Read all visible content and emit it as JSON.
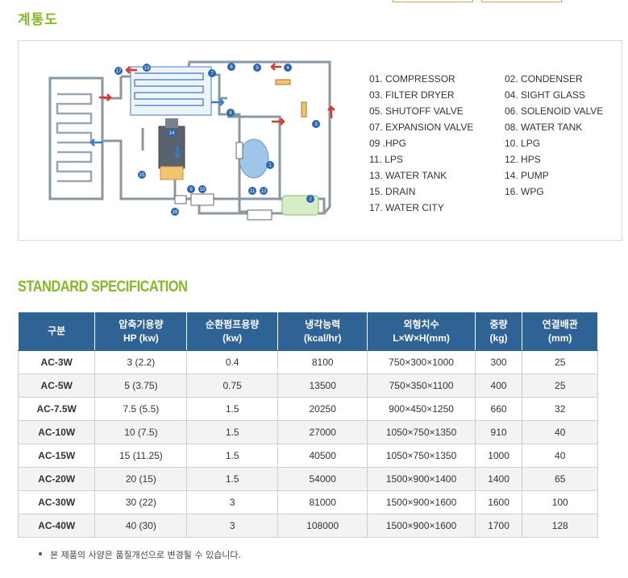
{
  "diagram": {
    "title": "계통도",
    "legend": [
      {
        "num": "01.",
        "label": "COMPRESSOR"
      },
      {
        "num": "02.",
        "label": "CONDENSER"
      },
      {
        "num": "03.",
        "label": "FILTER DRYER"
      },
      {
        "num": "04.",
        "label": "SIGHT GLASS"
      },
      {
        "num": "05.",
        "label": "SHUTOFF VALVE"
      },
      {
        "num": "06.",
        "label": "SOLENOID VALVE"
      },
      {
        "num": "07.",
        "label": "EXPANSION VALVE"
      },
      {
        "num": "08.",
        "label": "WATER TANK"
      },
      {
        "num": "09 .",
        "label": "HPG"
      },
      {
        "num": "10.",
        "label": "LPG"
      },
      {
        "num": "11.",
        "label": "LPS"
      },
      {
        "num": "12.",
        "label": "HPS"
      },
      {
        "num": "13.",
        "label": "WATER TANK"
      },
      {
        "num": "14.",
        "label": "PUMP"
      },
      {
        "num": "15.",
        "label": "DRAIN"
      },
      {
        "num": "16.",
        "label": "WPG"
      },
      {
        "num": "17.",
        "label": "WATER CITY"
      }
    ],
    "markers": [
      "1",
      "2",
      "3",
      "4",
      "5",
      "6",
      "7",
      "8",
      "9",
      "10",
      "11",
      "12",
      "13",
      "14",
      "15",
      "16",
      "17"
    ],
    "colors": {
      "pipe": "#7f8f9c",
      "flow_red": "#d53a2b",
      "flow_blue": "#3b7cc4",
      "marker": "#2a66b0"
    }
  },
  "spec": {
    "title": "STANDARD SPECIFICATION",
    "headers": [
      {
        "line1": "구분",
        "line2": ""
      },
      {
        "line1": "압축기용량",
        "line2": "HP (kw)"
      },
      {
        "line1": "순환펌프용량",
        "line2": "(kw)"
      },
      {
        "line1": "냉각능력",
        "line2": "(kcal/hr)"
      },
      {
        "line1": "외형치수",
        "line2": "L×W×H(mm)"
      },
      {
        "line1": "중량",
        "line2": "(kg)"
      },
      {
        "line1": "연결배관",
        "line2": "(mm)"
      }
    ],
    "rows": [
      [
        "AC-3W",
        "3 (2.2)",
        "0.4",
        "8100",
        "750×300×1000",
        "300",
        "25"
      ],
      [
        "AC-5W",
        "5 (3.75)",
        "0.75",
        "13500",
        "750×350×1100",
        "400",
        "25"
      ],
      [
        "AC-7.5W",
        "7.5 (5.5)",
        "1.5",
        "20250",
        "900×450×1250",
        "660",
        "32"
      ],
      [
        "AC-10W",
        "10 (7.5)",
        "1.5",
        "27000",
        "1050×750×1350",
        "910",
        "40"
      ],
      [
        "AC-15W",
        "15 (11.25)",
        "1.5",
        "40500",
        "1050×750×1350",
        "1000",
        "40"
      ],
      [
        "AC-20W",
        "20 (15)",
        "1.5",
        "54000",
        "1500×900×1400",
        "1400",
        "65"
      ],
      [
        "AC-30W",
        "30 (22)",
        "3",
        "81000",
        "1500×900×1600",
        "1600",
        "100"
      ],
      [
        "AC-40W",
        "40 (30)",
        "3",
        "108000",
        "1500×900×1600",
        "1700",
        "128"
      ]
    ],
    "header_color": "#2f6395",
    "title_color": "#86b82a"
  },
  "note": "본 제품의 사양은 품질개선으로 변경될 수 있습니다."
}
